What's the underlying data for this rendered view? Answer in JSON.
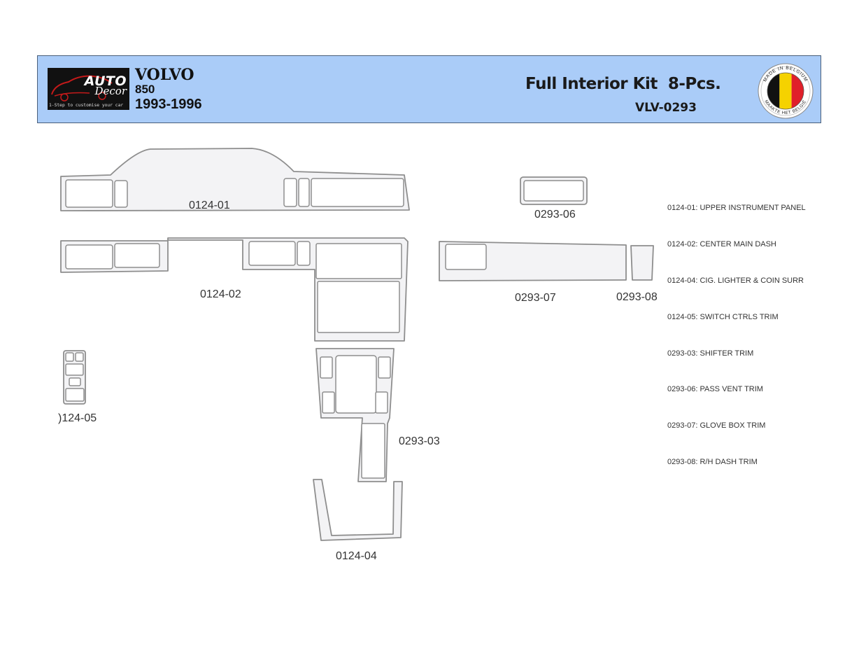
{
  "header": {
    "logo": {
      "word1": "AUTO",
      "word2": "Decor",
      "tagline": "1-Step to customise your car"
    },
    "make": "VOLVO",
    "model": "850",
    "years": "1993-1996",
    "kit_title": "Full Interior Kit  8-Pcs.",
    "kit_code": "VLV-0293",
    "badge": {
      "top_text": "MADE IN BELGIUM",
      "bottom_text": "MAAKTE HET BELGIË",
      "colors": [
        "#111111",
        "#f5d200",
        "#e0202a"
      ]
    }
  },
  "parts": {
    "p012401": "0124-01",
    "p012402": "0124-02",
    "p012405": ")124-05",
    "p029303": "0293-03",
    "p012404": "0124-04",
    "p029306": "0293-06",
    "p029307": "0293-07",
    "p029308": "0293-08"
  },
  "legend": [
    "0124-01: UPPER INSTRUMENT PANEL",
    "0124-02: CENTER MAIN DASH",
    "0124-04: CIG. LIGHTER & COIN SURR",
    "0124-05: SWITCH CTRLS TRIM",
    "0293-03: SHIFTER TRIM",
    "0293-06: PASS VENT TRIM",
    "0293-07: GLOVE BOX TRIM",
    "0293-08: R/H DASH TRIM"
  ]
}
